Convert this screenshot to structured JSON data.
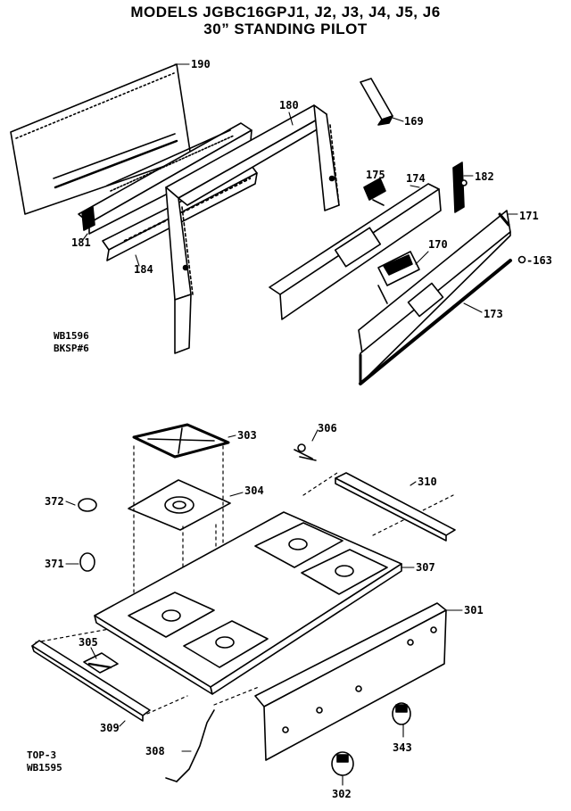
{
  "title_line1": "MODELS JGBC16GPJ1, J2, J3, J4, J5, J6",
  "title_line2": "30” STANDING PILOT",
  "labels": {
    "p190": "190",
    "p180": "180",
    "p169": "169",
    "p175": "175",
    "p174": "174",
    "p182": "182",
    "p171": "171",
    "p181": "181",
    "p184": "184",
    "p170": "170",
    "p163": "-163",
    "p173": "173",
    "p303": "303",
    "p306": "306",
    "p304": "304",
    "p372": "372",
    "p310": "310",
    "p371": "371",
    "p307": "307",
    "p301": "301",
    "p305": "305",
    "p309": "309",
    "p308": "308",
    "p343": "343",
    "p302": "302"
  },
  "notes": {
    "wb_top_1": "WB1596",
    "wb_top_2": "BKSP#6",
    "wb_bottom_1": "TOP-3",
    "wb_bottom_2": "WB1595"
  }
}
